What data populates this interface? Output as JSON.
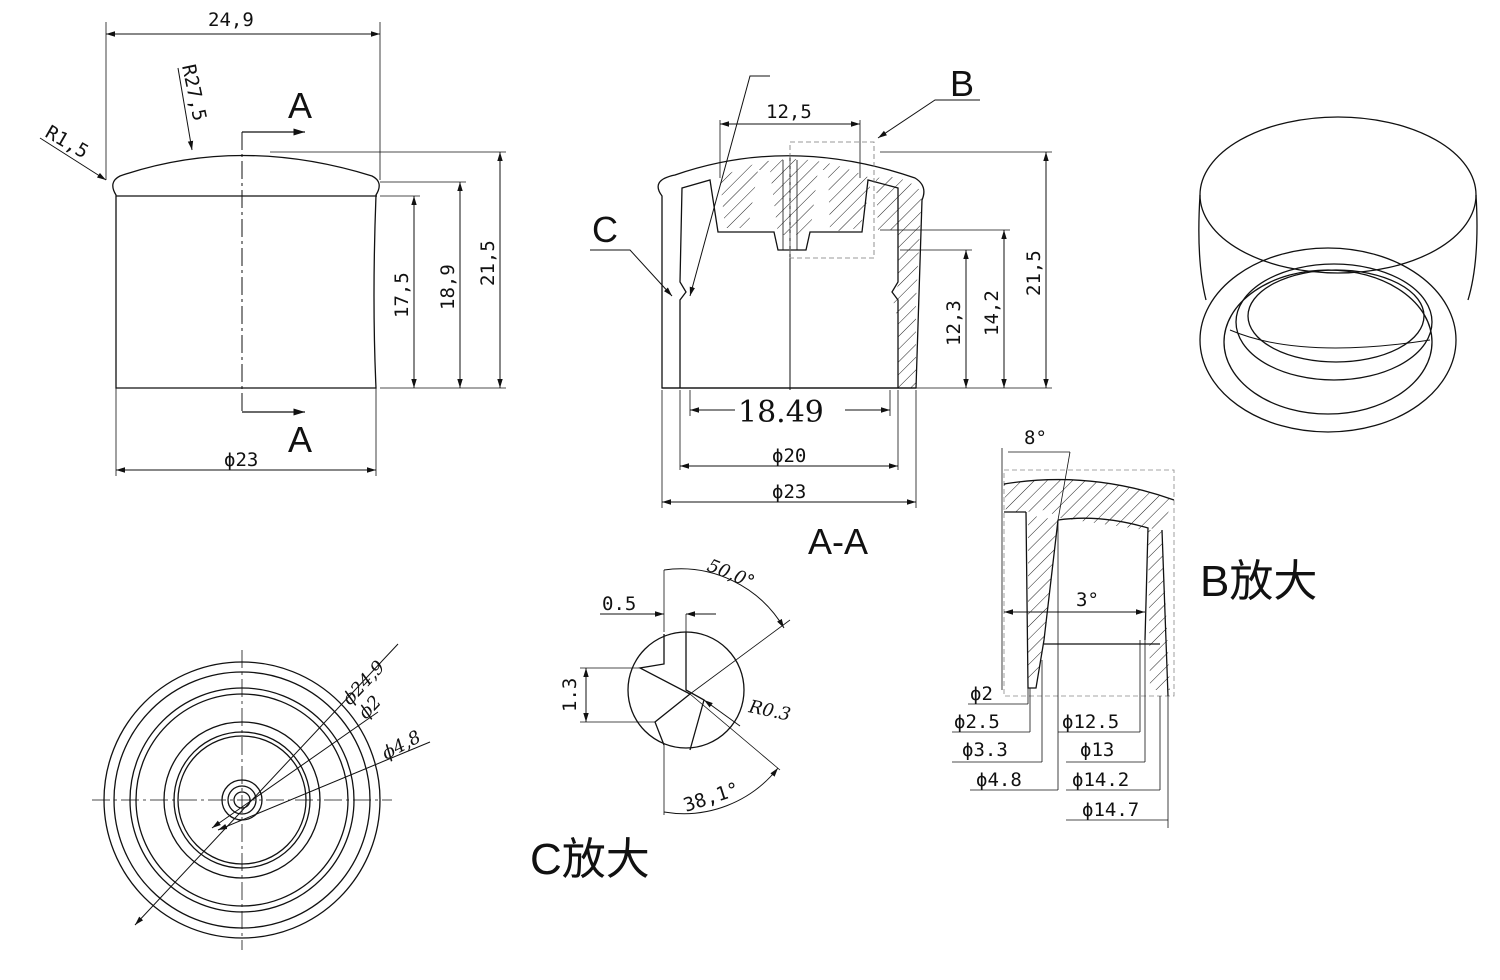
{
  "front_view": {
    "width_top": "24,9",
    "radius_dome": "R27,5",
    "radius_edge": "R1,5",
    "section_mark_top": "A",
    "section_mark_bottom": "A",
    "h1": "17,5",
    "h2": "18,9",
    "h3": "21,5",
    "dia_base": "ϕ23"
  },
  "section_view": {
    "top_width": "12,5",
    "detail_b": "B",
    "detail_c": "C",
    "inner_span": "18.49",
    "dia_inner": "ϕ20",
    "dia_outer": "ϕ23",
    "h_a": "12,3",
    "h_b": "14,2",
    "h_c": "21,5",
    "caption": "A-A"
  },
  "bottom_view": {
    "d1": "ϕ24,9",
    "d2": "ϕ2",
    "d3": "ϕ4,8"
  },
  "detail_c": {
    "angle_top": "50,0°",
    "offset": "0.5",
    "height": "1.3",
    "radius": "R0.3",
    "angle_bottom": "38,1°",
    "caption": "C放大"
  },
  "detail_b": {
    "angle_top": "8°",
    "angle_mid": "3°",
    "caption": "B放大",
    "left_dims": [
      "ϕ2",
      "ϕ2.5",
      "ϕ3.3",
      "ϕ4.8"
    ],
    "right_dims": [
      "ϕ12.5",
      "ϕ13",
      "ϕ14.2",
      "ϕ14.7"
    ]
  }
}
